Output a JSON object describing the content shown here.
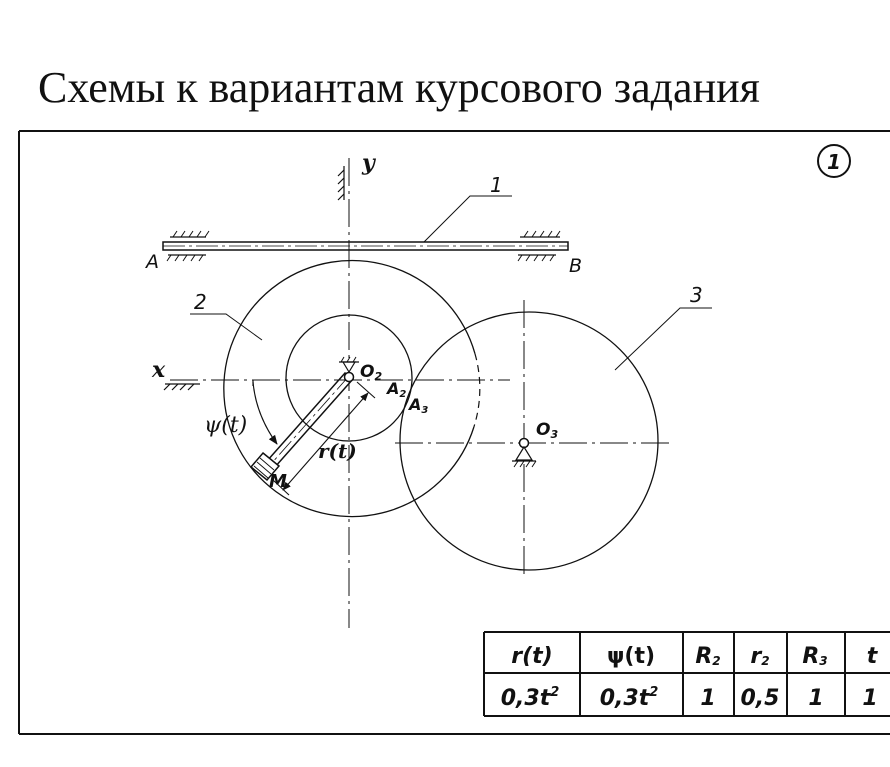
{
  "title": "Схемы к вариантам курсового задания",
  "variant_number": "1",
  "labels": {
    "y_axis": "y",
    "x_axis": "x",
    "rail": "1",
    "wheel_2": "2",
    "wheel_3": "3",
    "point_A": "A",
    "point_B": "B",
    "center_O2": "O",
    "center_O2_sub": "2",
    "center_O3": "O",
    "center_O3_sub": "3",
    "contact_A2": "A",
    "contact_A2_sub": "2",
    "contact_A3": "A",
    "contact_A3_sub": "3",
    "angle_psi": "ψ(t)",
    "radius_r": "r(t)",
    "point_M": "M"
  },
  "table": {
    "headers": [
      {
        "text": "r(t)"
      },
      {
        "text": "ψ(t)"
      },
      {
        "text": "R",
        "sub": "2"
      },
      {
        "text": "r",
        "sub": "2"
      },
      {
        "text": "R",
        "sub": "3"
      },
      {
        "text": "t"
      }
    ],
    "values": [
      {
        "text": "0,3t",
        "sup": "2"
      },
      {
        "text": "0,3t",
        "sup": "2"
      },
      {
        "text": "1"
      },
      {
        "text": "0,5"
      },
      {
        "text": "1"
      },
      {
        "text": "1"
      }
    ]
  }
}
